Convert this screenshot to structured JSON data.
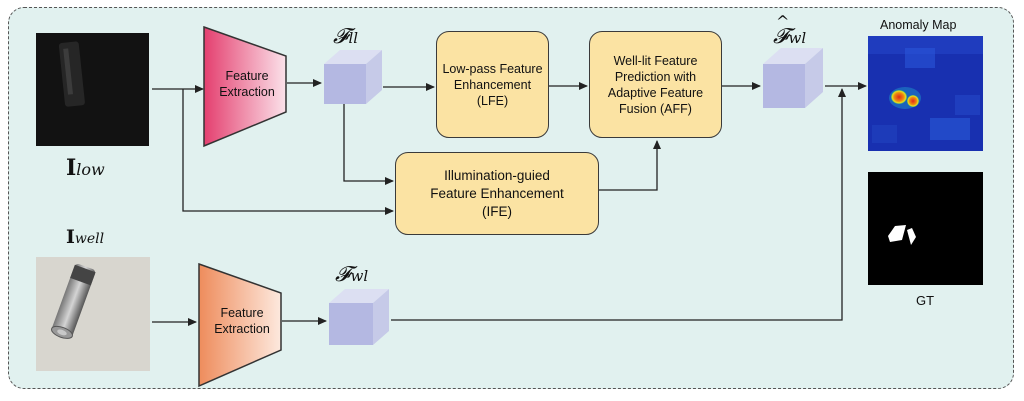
{
  "inputs": {
    "low_label_main": "I",
    "low_label_sub": "low",
    "well_label_main": "I",
    "well_label_sub": "well"
  },
  "extractors": {
    "top_label": "Feature Extraction",
    "bottom_label": "Feature Extraction"
  },
  "features": {
    "f_ll_main": "𝓕",
    "f_ll_sub": "ll",
    "f_hat_main": "𝓕",
    "f_hat_hat": "^",
    "f_hat_sub": "wl",
    "f_wl_main": "𝓕",
    "f_wl_sub": "wl"
  },
  "modules": {
    "lfe": "Low-pass Feature Enhancement (LFE)",
    "aff": "Well-lit Feature Prediction with Adaptive Feature Fusion (AFF)",
    "ife": "Illumination-guied Feature Enhancement (IFE)"
  },
  "outputs": {
    "anomaly_title": "Anomaly Map",
    "gt_label": "GT"
  },
  "colors": {
    "panel_bg": "#e1f1ef",
    "module_fill": "#fbe3a3",
    "cube_front": "#b4b8e2",
    "extractor_top_pink": "#e64f7a",
    "extractor_bottom_orange": "#f0a27c",
    "anomaly_bg": "#1830b0",
    "anomaly_hot": "#e02818"
  }
}
